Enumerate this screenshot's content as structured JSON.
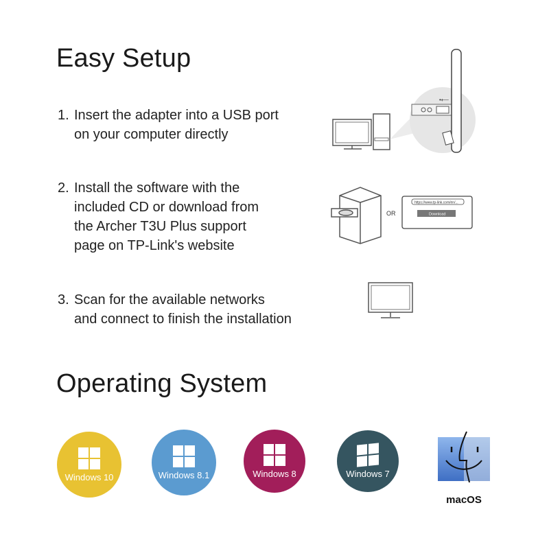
{
  "easy_setup": {
    "title": "Easy Setup",
    "steps": [
      {
        "num": "1.",
        "lines": [
          "Insert the adapter into a USB port",
          "on your computer directly"
        ]
      },
      {
        "num": "2.",
        "lines": [
          "Install the software with the",
          "included CD or download from",
          "the Archer T3U Plus support",
          "page on TP-Link's website"
        ]
      },
      {
        "num": "3.",
        "lines": [
          "Scan for the available networks",
          "and connect to finish the installation"
        ]
      }
    ],
    "illustration": {
      "or_label": "OR",
      "url_text": "https://www.tp-link.com/en/...",
      "download_label": "Download"
    }
  },
  "operating_system": {
    "title": "Operating System",
    "items": [
      {
        "label": "Windows 10",
        "color": "#e8c232"
      },
      {
        "label": "Windows 8.1",
        "color": "#5b9bd0"
      },
      {
        "label": "Windows 8",
        "color": "#a21e5a"
      },
      {
        "label": "Windows 7",
        "color": "#355560"
      },
      {
        "label": "macOS",
        "color": "#5a8fd8"
      }
    ]
  }
}
